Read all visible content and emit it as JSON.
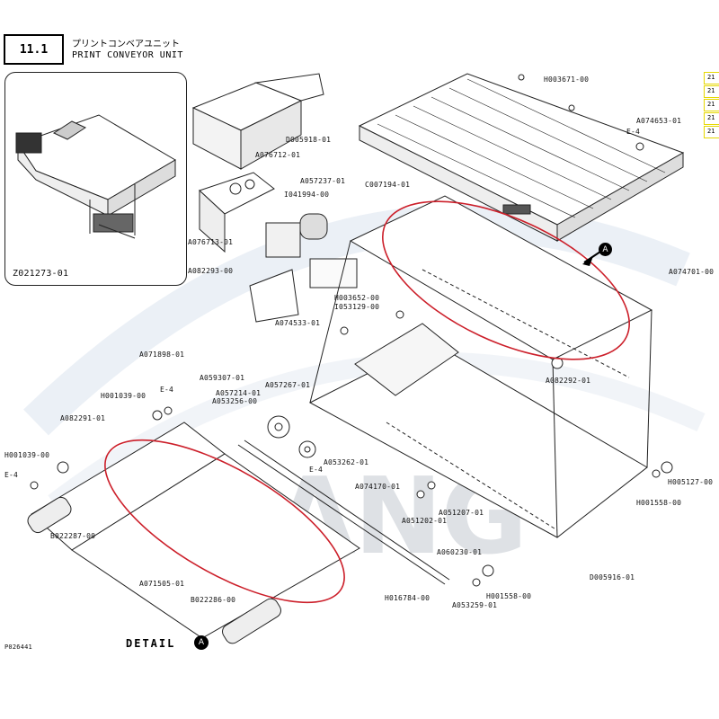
{
  "header": {
    "section_number": "11.1",
    "title_jp": "プリントコンベアユニット",
    "title_en": "PRINT CONVEYOR UNIT"
  },
  "inset": {
    "label": "Z021273-01"
  },
  "detail": {
    "title": "DETAIL",
    "marker": "A"
  },
  "view_marker": "A",
  "figure_id": "P026441",
  "watermark": "E.BANG",
  "ref_tabs": [
    "21",
    "21",
    "21",
    "21",
    "21"
  ],
  "colors": {
    "highlight_ellipse": "#cc1f2a",
    "ref_tab_border": "#e6d800",
    "watermark": "#a0aab4"
  },
  "parts": [
    "D005918-01",
    "A076712-01",
    "A057237-01",
    "I041994-00",
    "A076713-01",
    "A082293-00",
    "H003671-00",
    "A074653-01",
    "E-4",
    "C007194-01",
    "A074701-00",
    "H003652-00",
    "I053129-00",
    "A074533-01",
    "A071898-01",
    "A059307-01",
    "A057267-01",
    "A057214-01",
    "A053256-00",
    "H001039-00",
    "E-4",
    "A082291-01",
    "H001039-00",
    "E-4",
    "A082292-01",
    "H005127-00",
    "H001558-00",
    "A053262-01",
    "E-4",
    "A074170-01",
    "A051207-01",
    "A051202-01",
    "A060230-01",
    "D005916-01",
    "B022287-00",
    "A071505-01",
    "B022286-00",
    "H016784-00",
    "H001558-00",
    "A053259-01"
  ]
}
